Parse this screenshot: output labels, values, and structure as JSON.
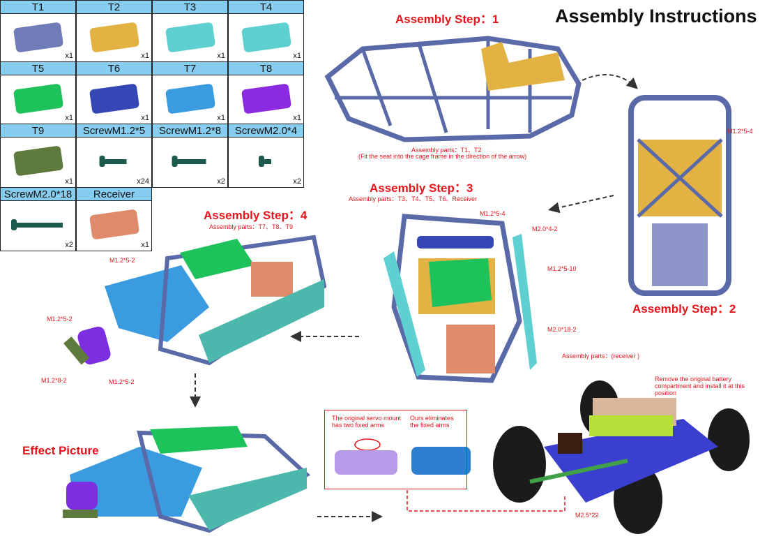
{
  "title": "Assembly Instructions",
  "parts": [
    {
      "name": "T1",
      "qty": "x1",
      "color": "#6f7cb8"
    },
    {
      "name": "T2",
      "qty": "x1",
      "color": "#e2b243"
    },
    {
      "name": "T3",
      "qty": "x1",
      "color": "#5fd0d2"
    },
    {
      "name": "T4",
      "qty": "x1",
      "color": "#5fd0d2"
    },
    {
      "name": "T5",
      "qty": "x1",
      "color": "#1ec25a"
    },
    {
      "name": "T6",
      "qty": "x1",
      "color": "#3547b5"
    },
    {
      "name": "T7",
      "qty": "x1",
      "color": "#3a9be0"
    },
    {
      "name": "T8",
      "qty": "x1",
      "color": "#8a2be2"
    },
    {
      "name": "T9",
      "qty": "x1",
      "color": "#5e7a3c"
    },
    {
      "name": "ScrewM1.2*5",
      "qty": "x24",
      "color": "#1d5a4e"
    },
    {
      "name": "ScrewM1.2*8",
      "qty": "x2",
      "color": "#1d5a4e"
    },
    {
      "name": "ScrewM2.0*4",
      "qty": "x2",
      "color": "#1d5a4e"
    },
    {
      "name": "ScrewM2.0*18",
      "qty": "x2",
      "color": "#1d5a4e"
    },
    {
      "name": "Receiver",
      "qty": "x1",
      "color": "#e08a6c"
    }
  ],
  "step1": {
    "title": "Assembly Step：1",
    "parts": "Assembly parts：T1、T2",
    "note": "(Fit the seat into the cage frame in the direction of the arrow)"
  },
  "step2": {
    "title": "Assembly Step：2",
    "labels": [
      "M1.2*5-4"
    ]
  },
  "step3": {
    "title": "Assembly Step：3",
    "parts": "Assembly parts：T3、T4、T5、T6、Receiver",
    "labels": [
      "M1.2*5-4",
      "M2.0*4-2",
      "M1.2*5-10",
      "M2.0*18-2",
      "Assembly parts：(receiver )"
    ]
  },
  "step4": {
    "title": "Assembly Step：4",
    "parts": "Assembly parts：T7、T8、T9",
    "labels": [
      "M1.2*5-2",
      "M1.2*5-2",
      "M1.2*8-2",
      "M1.2*5-2"
    ]
  },
  "effect": "Effect Picture",
  "servo": {
    "original": "The original servo mount has two fixed arms",
    "ours": "Ours eliminates the fixed arms"
  },
  "battery_note": "Remove the original battery compartment and install it at this position",
  "screw_label": "M2.5*22"
}
